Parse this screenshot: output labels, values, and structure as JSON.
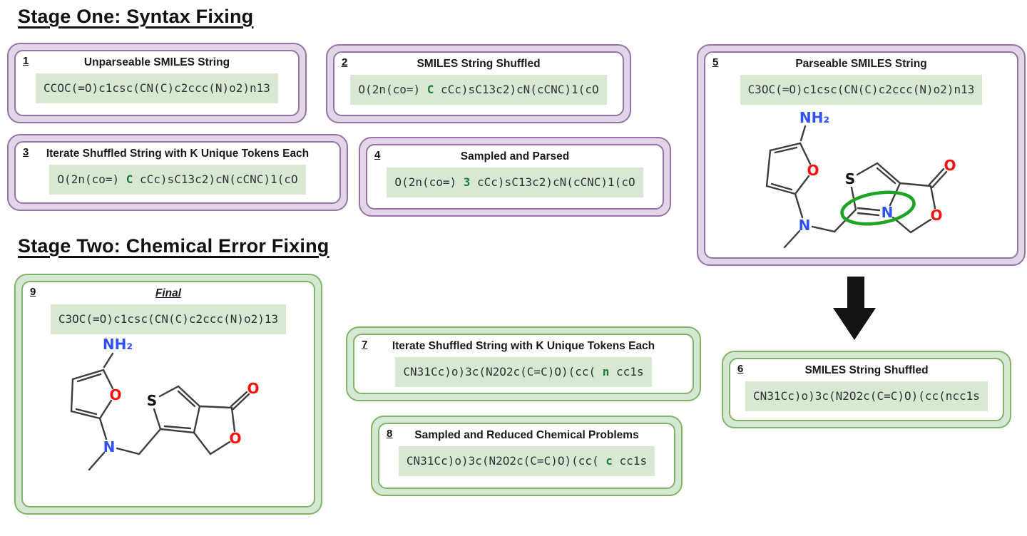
{
  "headings": {
    "stage_one": "Stage One: Syntax Fixing",
    "stage_two": "Stage Two: Chemical Error Fixing"
  },
  "boxes": [
    {
      "number": "1",
      "title": "Unparseable SMILES String",
      "code": {
        "prefix": "CCOC(=O)c1csc(CN(C)c2ccc(N)o2)n13",
        "highlight": "",
        "suffix": ""
      }
    },
    {
      "number": "2",
      "title": "SMILES String Shuffled",
      "code": {
        "prefix": "O(2n(co=) ",
        "highlight": "C",
        "suffix": " cCc)sC13c2)cN(cCNC)1(cO"
      }
    },
    {
      "number": "3",
      "title": "Iterate Shuffled String with K Unique Tokens Each",
      "code": {
        "prefix": "O(2n(co=) ",
        "highlight": "C",
        "suffix": " cCc)sC13c2)cN(cCNC)1(cO"
      }
    },
    {
      "number": "4",
      "title": "Sampled and Parsed",
      "code": {
        "prefix": "O(2n(co=) ",
        "highlight": "3",
        "suffix": " cCc)sC13c2)cN(cCNC)1(cO"
      }
    },
    {
      "number": "5",
      "title": "Parseable SMILES String",
      "code": {
        "prefix": "C3OC(=O)c1csc(CN(C)c2ccc(N)o2)n13",
        "highlight": "",
        "suffix": ""
      }
    },
    {
      "number": "6",
      "title": "SMILES String Shuffled",
      "code": {
        "prefix": "CN31Cc)o)3c(N2O2c(C=C)O)(cc(ncc1s",
        "highlight": "",
        "suffix": ""
      }
    },
    {
      "number": "7",
      "title": "Iterate Shuffled String with K Unique Tokens Each",
      "code": {
        "prefix": "CN31Cc)o)3c(N2O2c(C=C)O)(cc( ",
        "highlight": "n",
        "suffix": " cc1s"
      }
    },
    {
      "number": "8",
      "title": "Sampled and Reduced Chemical Problems",
      "code": {
        "prefix": "CN31Cc)o)3c(N2O2c(C=C)O)(cc( ",
        "highlight": "c",
        "suffix": " cc1s"
      }
    },
    {
      "number": "9",
      "title": "Final",
      "code": {
        "prefix": "C3OC(=O)c1csc(CN(C)c2ccc(N)o2)13",
        "highlight": "",
        "suffix": ""
      }
    }
  ],
  "molecules": {
    "amine": "NH₂",
    "oxygen": "O",
    "nitrogen": "N",
    "sulfur": "S"
  },
  "colors": {
    "purple_fill": "#E1D5E7",
    "purple_stroke": "#9673A6",
    "green_fill": "#D5E8D4",
    "green_stroke": "#82B366",
    "code_bg": "#D9E8D3",
    "highlight_green": "#1E7E34",
    "atom_n": "#3050F8",
    "atom_o": "#FF0D0D",
    "atom_s": "#111111",
    "bond": "#3D3D3D",
    "ellipse_green": "#1DA422",
    "arrow": "#141414"
  }
}
